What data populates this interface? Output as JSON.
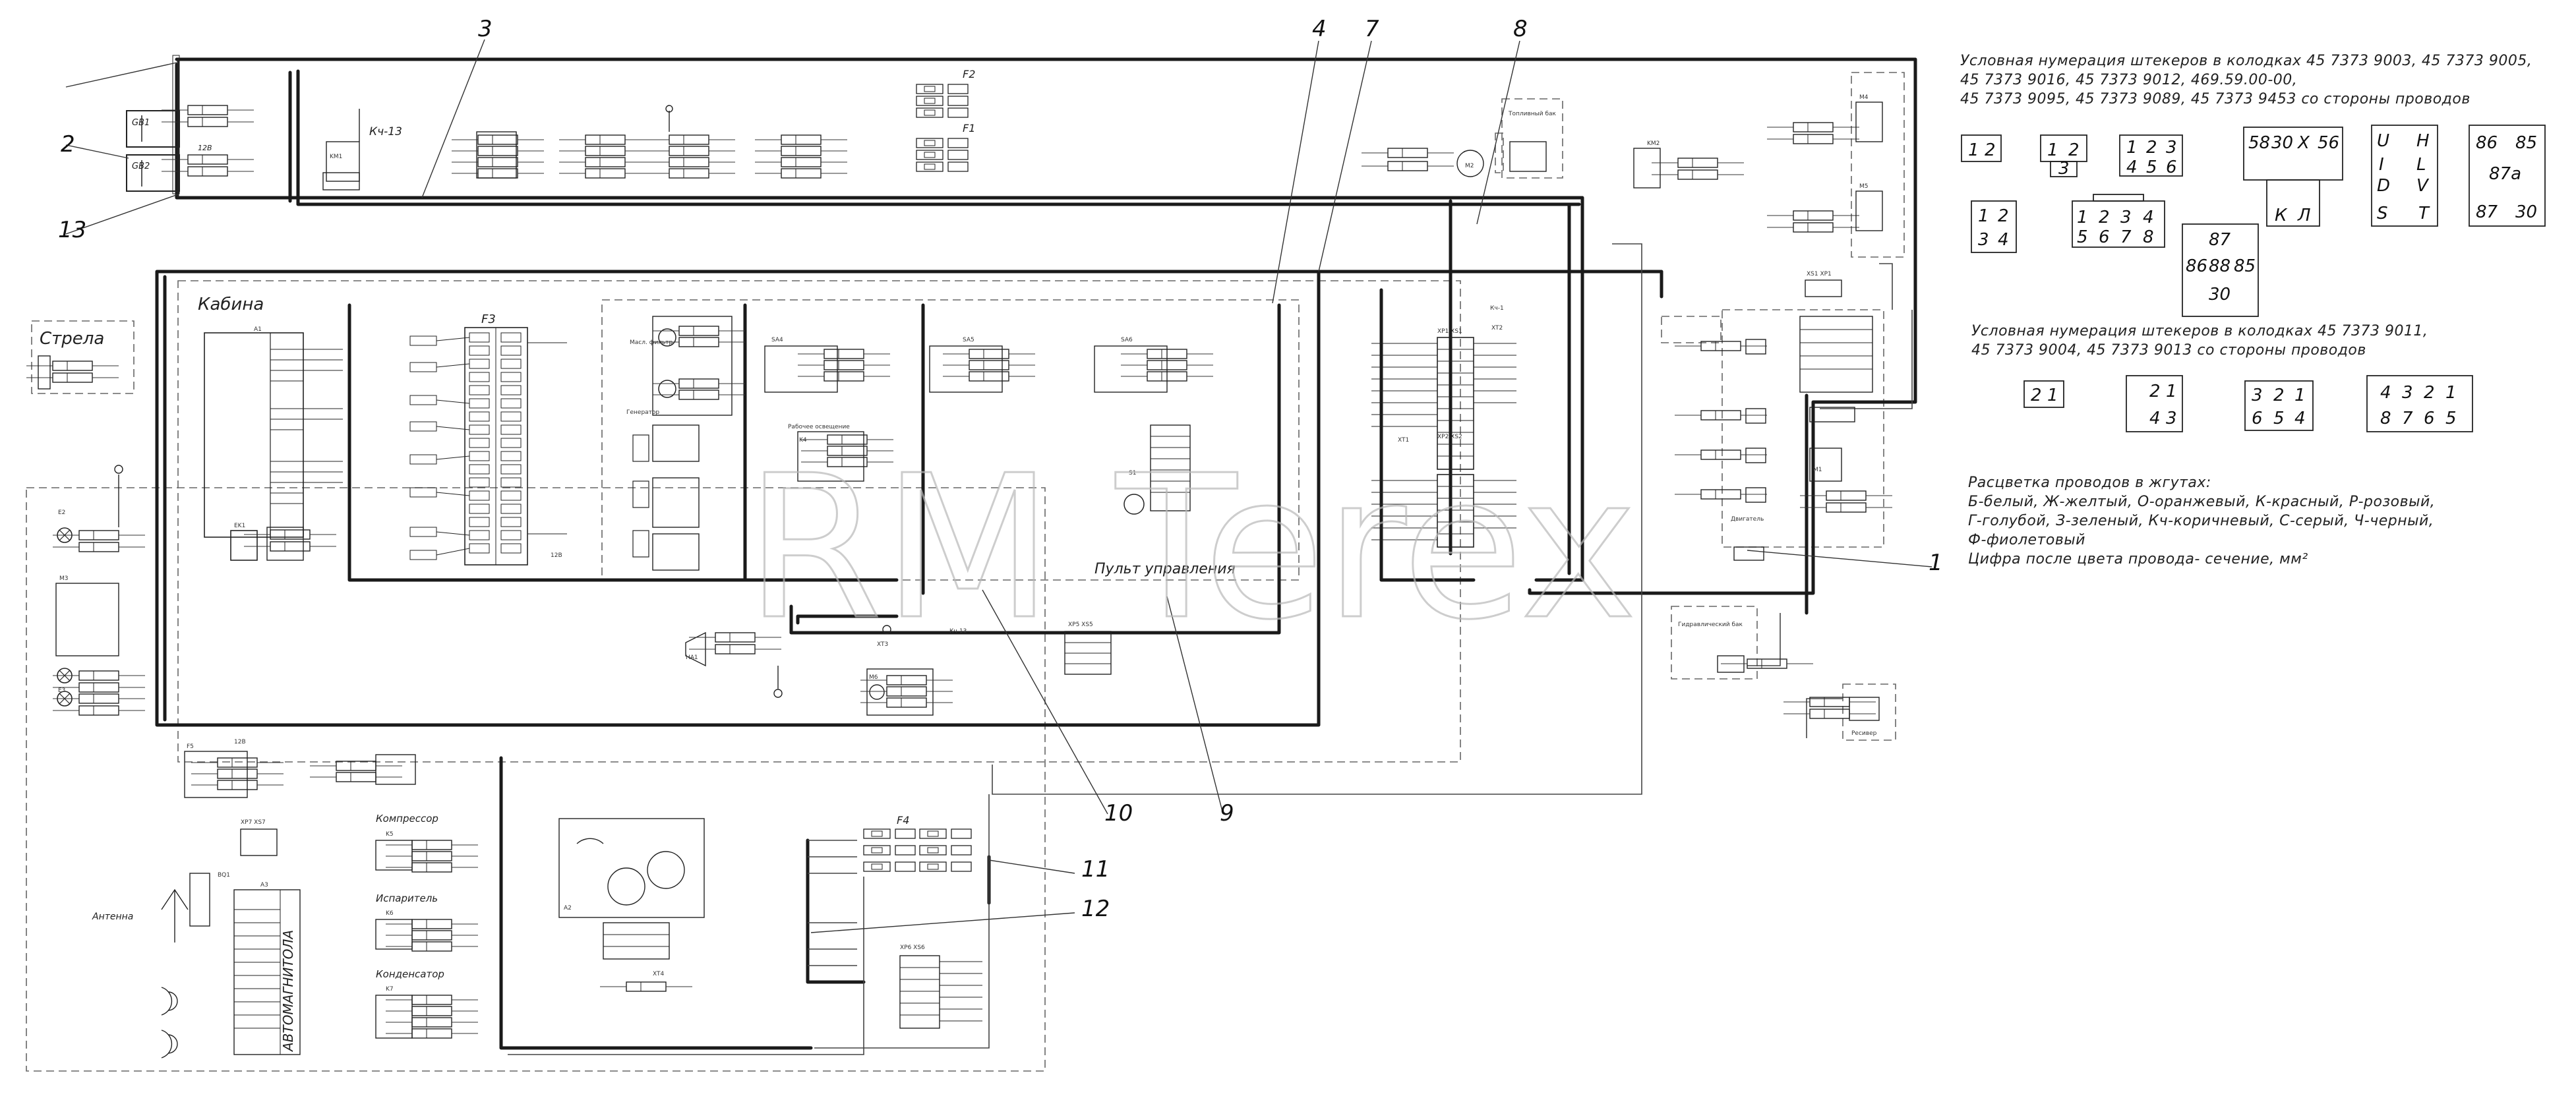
{
  "watermark": "RM Terex",
  "notes": {
    "connectors_title": [
      "Условная нумерация штекеров в колодках 45 7373 9003, 45 7373 9005,",
      "45 7373 9016, 45 7373 9012, 469.59.00-00,",
      "45 7373 9095, 45 7373 9089, 45 7373 9453 со стороны проводов"
    ],
    "connectors2_title": [
      "Условная нумерация штекеров в колодках 45 7373 9011,",
      "45 7373 9004, 45 7373 9013 со стороны проводов"
    ],
    "colors_title": [
      "Расцветка проводов в жгутах:",
      "Б-белый, Ж-желтый, О-оранжевый, К-красный, Р-розовый,",
      "Г-голубой, З-зеленый, Кч-коричневый, С-серый, Ч-черный,",
      "Ф-фиолетовый",
      "Цифра после цвета провода- сечение, мм²"
    ]
  },
  "connector_pins": {
    "c1": [
      "1",
      "2"
    ],
    "c2": [
      "1",
      "2",
      "3"
    ],
    "c3": [
      "1",
      "2",
      "3",
      "4",
      "5",
      "6"
    ],
    "c4": [
      "58",
      "30",
      "X",
      "56",
      "К",
      "Л"
    ],
    "c5": [
      "U",
      "H",
      "I",
      "L",
      "D",
      "V",
      "S",
      "T"
    ],
    "c6": [
      "86",
      "85",
      "87a",
      "87",
      "30"
    ],
    "c7": [
      "1",
      "2",
      "3",
      "4"
    ],
    "c8": [
      "1",
      "2",
      "3",
      "4",
      "5",
      "6",
      "7",
      "8"
    ],
    "c9": [
      "87",
      "86",
      "88",
      "85",
      "30"
    ],
    "d1": [
      "2",
      "1"
    ],
    "d2": [
      "2",
      "1",
      "4",
      "3"
    ],
    "d3": [
      "3",
      "2",
      "1",
      "6",
      "5",
      "4"
    ],
    "d4": [
      "4",
      "3",
      "2",
      "1",
      "8",
      "7",
      "6",
      "5"
    ]
  },
  "callouts": [
    "1",
    "2",
    "3",
    "4",
    "7",
    "8",
    "9",
    "10",
    "11",
    "12",
    "13"
  ],
  "labels": {
    "strela": "Стрела",
    "kabina": "Кабина",
    "pult": "Пульт управления",
    "antenna": "Антенна",
    "avtomagnitola": "АВТОМАГНИТОЛА",
    "kompressor": "Компрессор",
    "isparitel": "Испаритель",
    "kondensator": "Конденсатор",
    "rabochee_osveschenie": "Рабочее освещение",
    "generator": "Генератор",
    "masl_filtr": "Масл. фильтр",
    "toplivny_bak": "Топливный бак",
    "gidravlicheskiy_bak": "Гидравлический бак",
    "dvigatel": "Двигатель",
    "resiver": "Ресивер",
    "gb1": "GB1",
    "gb2": "GB2",
    "a2": "A2",
    "f1": "F1",
    "f2": "F2",
    "f3": "F3",
    "f4": "F4",
    "kv13": "Кч-13",
    "kv1": "Кч-1",
    "xt2": "XT2",
    "xt3": "XT3",
    "xt4": "XT4",
    "xt1": "XT1",
    "xp5xs5": "XP5 XS5",
    "xp6xs6": "XP6 XS6",
    "xp7xs7": "XP7 XS7",
    "xp1xs1": "XP1 XS1",
    "xp2xs2": "XP2 XS2",
    "xs1xp1": "XS1 XP1",
    "sa4": "SA4",
    "sa5": "SA5",
    "sa6": "SA6",
    "ha1": "HA1",
    "ek1": "EK1",
    "m1": "M1",
    "m2": "M2",
    "m3": "M3",
    "m4": "M4",
    "m5": "M5",
    "m6": "M6",
    "s1": "S1",
    "k4": "K4",
    "k5": "K5",
    "k6": "K6",
    "k7": "K7",
    "km1": "KM1",
    "km2": "KM2",
    "el": "E1",
    "e2": "E2",
    "e3": "E3",
    "a3": "A3",
    "bq1": "BQ1",
    "f5": "F5",
    "x12b": "12В"
  }
}
